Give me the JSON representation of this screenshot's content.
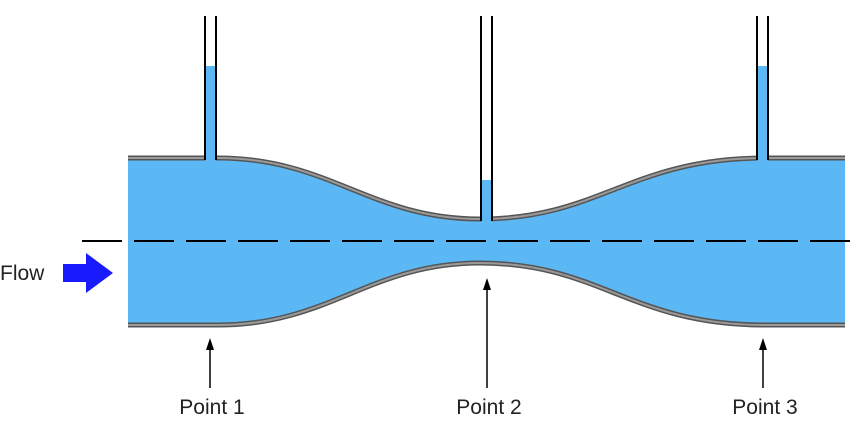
{
  "labels": {
    "flow": "Flow",
    "point1": "Point 1",
    "point2": "Point 2",
    "point3": "Point 3"
  },
  "colors": {
    "fluid": "#5bb8f5",
    "wall": "#888888",
    "arrow": "#1a1aff",
    "line": "#000000"
  }
}
